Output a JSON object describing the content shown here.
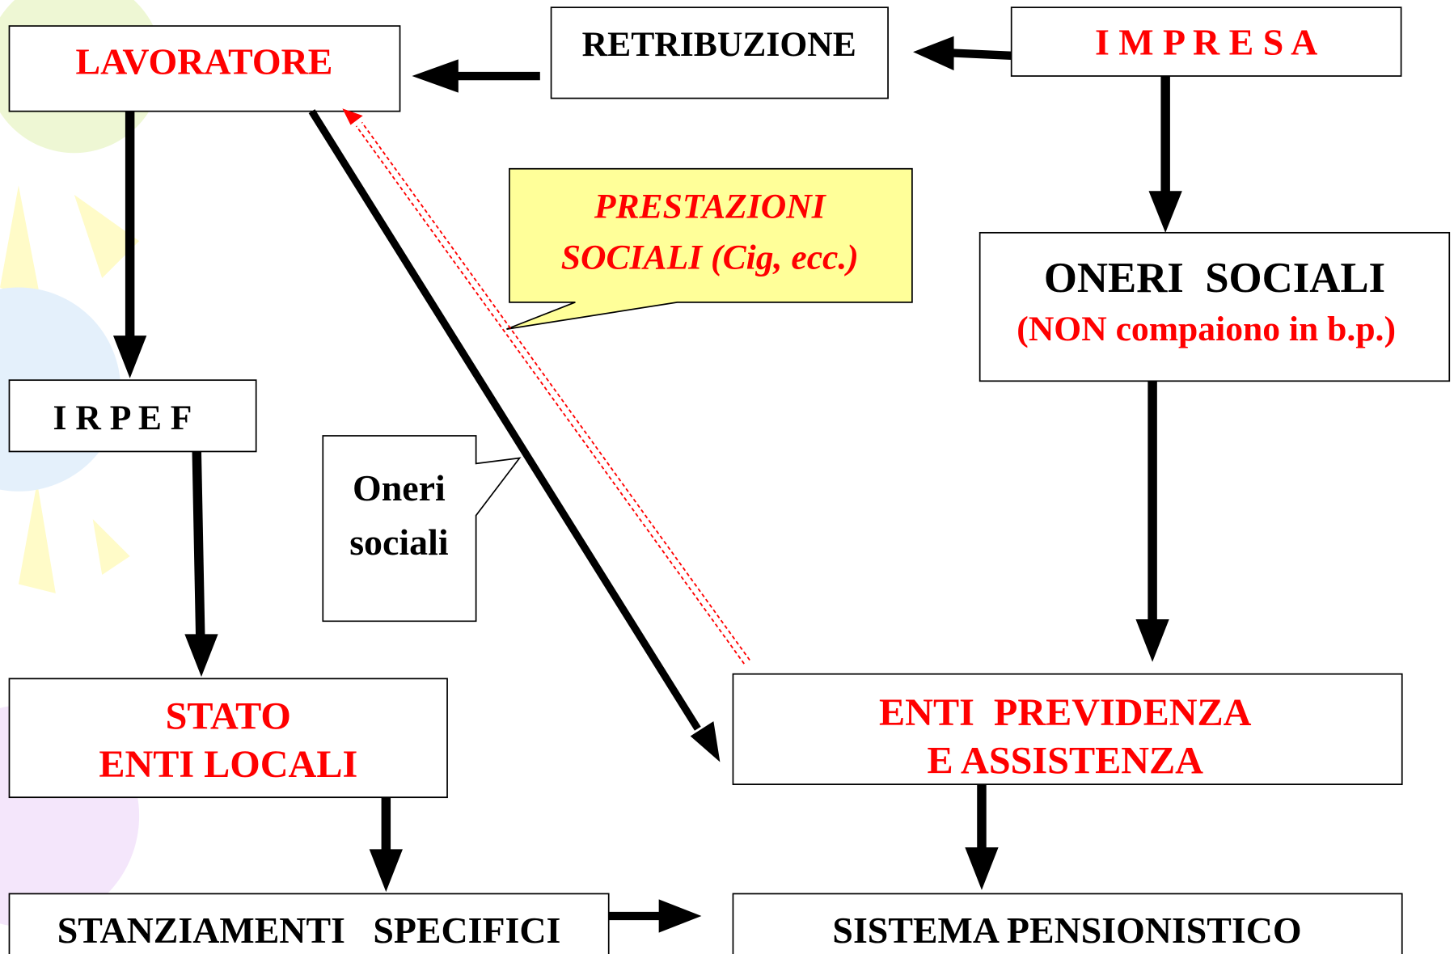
{
  "colors": {
    "red": "#ff0000",
    "black": "#000000",
    "callout_fill": "#ffff99",
    "decor_green": "#eef7d4",
    "decor_yellow": "#fffbc8",
    "decor_blue": "#e4f0fb",
    "decor_purple": "#f4e6fb"
  },
  "nodes": {
    "lavoratore": "LAVORATORE",
    "retribuzione": "RETRIBUZIONE",
    "impresa": "I M P R E S A",
    "oneri_sociali_title": "ONERI  SOCIALI",
    "oneri_sociali_note": "(NON compaiono in b.p.)",
    "irpef": "I R P E F",
    "stato": "STATO",
    "enti_locali": "ENTI LOCALI",
    "enti_previdenza": "ENTI  PREVIDENZA",
    "e_assistenza": "E ASSISTENZA",
    "stanziamenti": "STANZIAMENTI   SPECIFICI",
    "sistema_pensionistico": "SISTEMA PENSIONISTICO"
  },
  "callouts": {
    "prestazioni_line1": "PRESTAZIONI",
    "prestazioni_line2": "SOCIALI (Cig, ecc.)",
    "oneri_line1": "Oneri",
    "oneri_line2": "sociali"
  }
}
